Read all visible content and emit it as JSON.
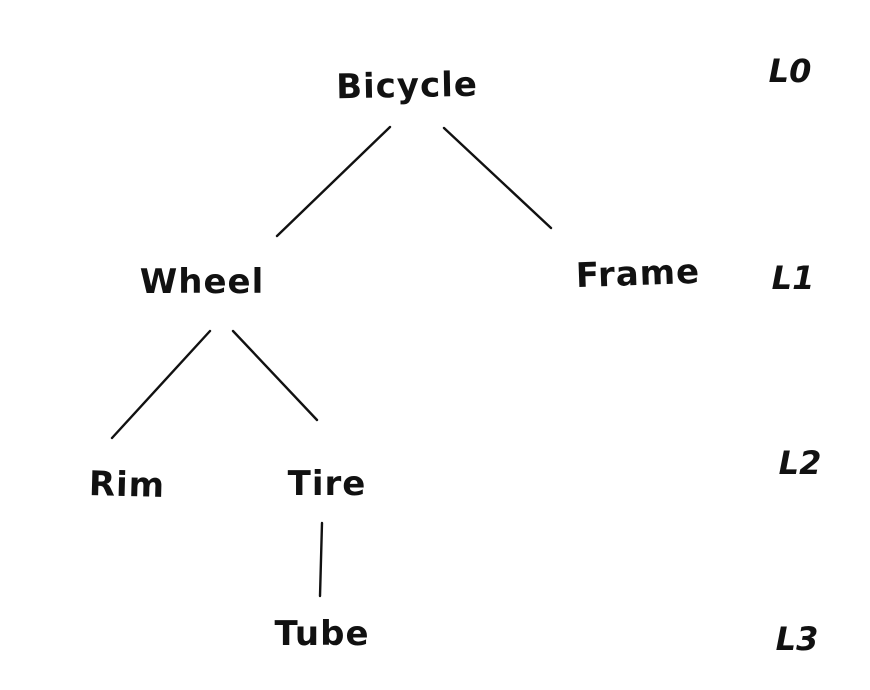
{
  "diagram": {
    "type": "tree",
    "colors": {
      "ink": "#111111",
      "background": "#ffffff"
    },
    "nodes": [
      {
        "id": "bicycle",
        "label": "Bicycle",
        "level": 0,
        "parent": null
      },
      {
        "id": "wheel",
        "label": "Wheel",
        "level": 1,
        "parent": "bicycle"
      },
      {
        "id": "frame",
        "label": "Frame",
        "level": 1,
        "parent": "bicycle"
      },
      {
        "id": "rim",
        "label": "Rim",
        "level": 2,
        "parent": "wheel"
      },
      {
        "id": "tire",
        "label": "Tire",
        "level": 2,
        "parent": "wheel"
      },
      {
        "id": "tube",
        "label": "Tube",
        "level": 3,
        "parent": "tire"
      }
    ],
    "edges": [
      {
        "from": "bicycle",
        "to": "wheel"
      },
      {
        "from": "bicycle",
        "to": "frame"
      },
      {
        "from": "wheel",
        "to": "rim"
      },
      {
        "from": "wheel",
        "to": "tire"
      },
      {
        "from": "tire",
        "to": "tube"
      }
    ],
    "level_labels": [
      {
        "id": "l0",
        "label": "L0"
      },
      {
        "id": "l1",
        "label": "L1"
      },
      {
        "id": "l2",
        "label": "L2"
      },
      {
        "id": "l3",
        "label": "L3"
      }
    ]
  }
}
